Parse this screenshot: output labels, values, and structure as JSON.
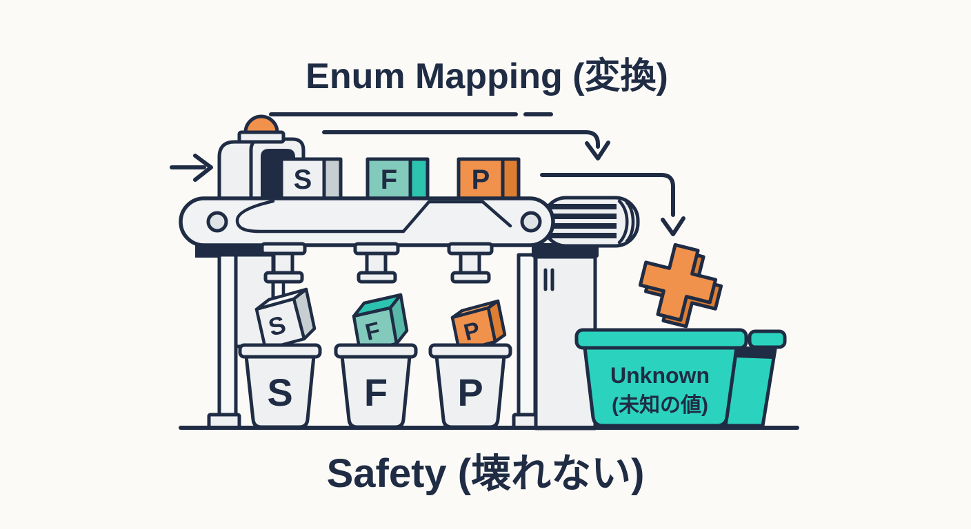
{
  "title": "Enum Mapping (変換)",
  "caption": "Safety (壊れない)",
  "belt": {
    "boxes": [
      {
        "label": "S"
      },
      {
        "label": "F"
      },
      {
        "label": "P"
      }
    ]
  },
  "falling_boxes": [
    {
      "label": "S"
    },
    {
      "label": "F"
    },
    {
      "label": "P"
    }
  ],
  "bins": [
    {
      "label": "S"
    },
    {
      "label": "F"
    },
    {
      "label": "P"
    }
  ],
  "unknown_bin": {
    "line1": "Unknown",
    "line2": "(未知の値)"
  },
  "colors": {
    "navy": "#1f2c44",
    "orange": "#f0914c",
    "orange_dark": "#dd7e32",
    "orange_light": "#f5a464",
    "teal_bright": "#2cc4af",
    "teal_muted": "#82cabb",
    "teal_dark": "#58b9a9",
    "bin_teal": "#2bd2be",
    "gray_light": "#eef0f1",
    "gray_mid": "#c7ced1",
    "background": "#fbfaf7"
  }
}
